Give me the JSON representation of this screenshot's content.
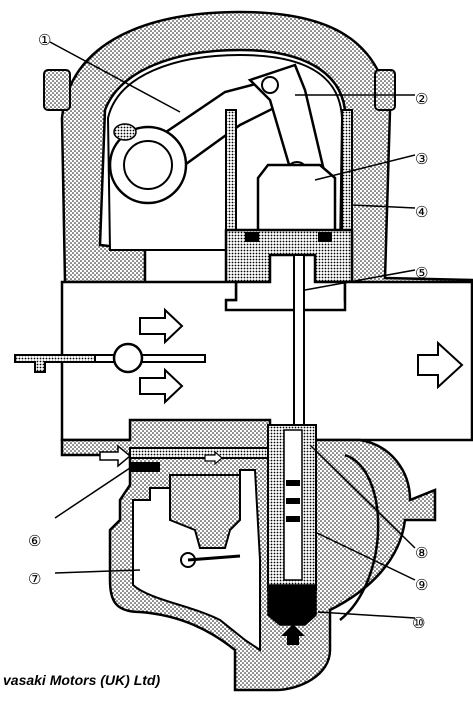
{
  "diagram": {
    "callouts": [
      {
        "id": "1",
        "label": "①"
      },
      {
        "id": "2",
        "label": "②"
      },
      {
        "id": "3",
        "label": "③"
      },
      {
        "id": "4",
        "label": "④"
      },
      {
        "id": "5",
        "label": "⑤"
      },
      {
        "id": "6",
        "label": "⑥"
      },
      {
        "id": "7",
        "label": "⑦"
      },
      {
        "id": "8",
        "label": "⑧"
      },
      {
        "id": "9",
        "label": "⑨"
      },
      {
        "id": "10",
        "label": "⑩"
      }
    ],
    "credit": "vasaki Motors (UK) Ltd)"
  },
  "colors": {
    "ink": "#000000",
    "paper": "#ffffff"
  }
}
